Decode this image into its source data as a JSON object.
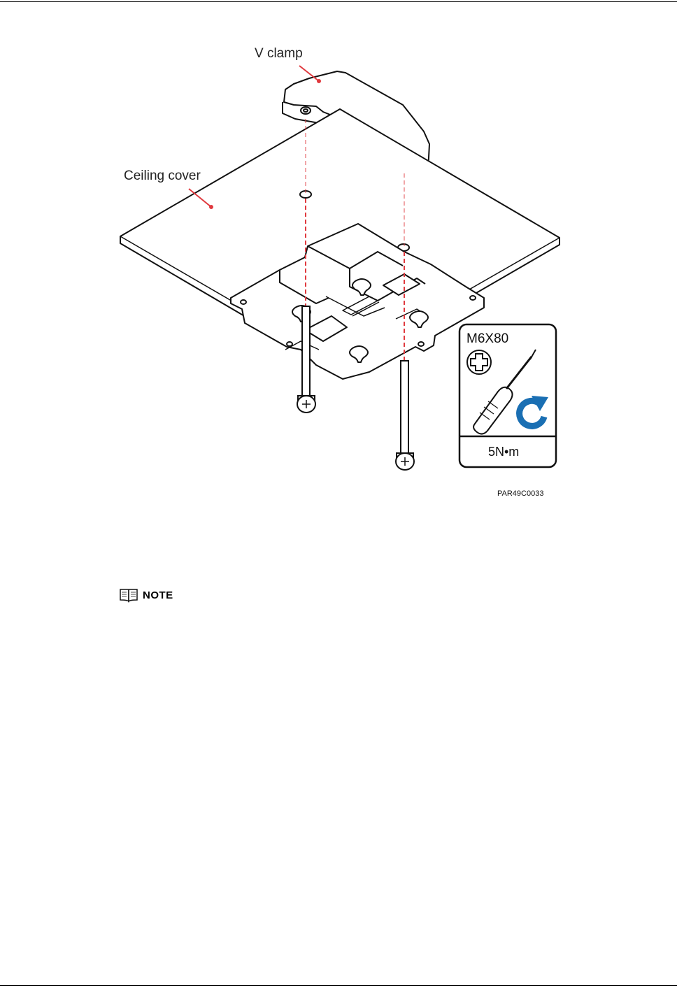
{
  "figure": {
    "labels": {
      "v_clamp": "V clamp",
      "ceiling_cover": "Ceiling cover"
    },
    "screw_panel": {
      "spec": "M6X80",
      "torque": "5N•m",
      "icons": [
        "phillips-head-icon",
        "screwdriver-icon",
        "clockwise-rotate-icon"
      ]
    },
    "figure_id": "PAR49C0033"
  },
  "note": {
    "icon": "book-icon",
    "label": "NOTE"
  },
  "colors": {
    "leader_line": "#e0393e",
    "rotate_arrow": "#1a6fb3"
  }
}
